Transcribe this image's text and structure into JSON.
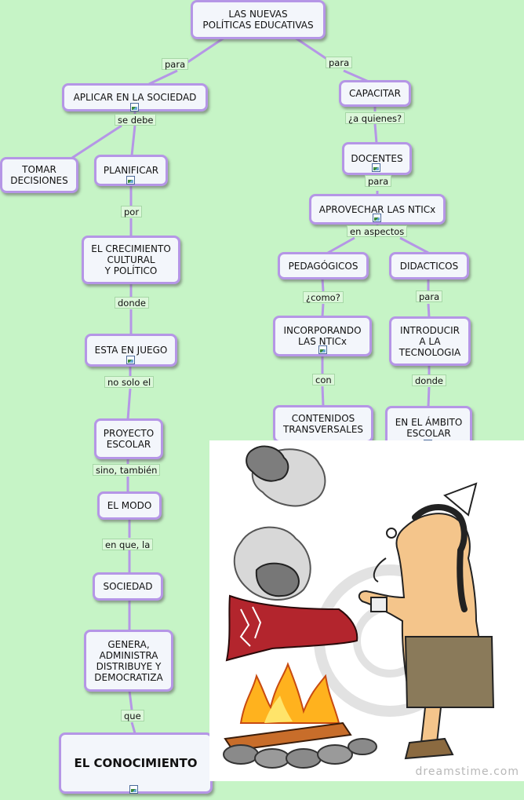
{
  "nodes": {
    "root": "LAS NUEVAS\nPOLÍTICAS EDUCATIVAS",
    "aplicar": "APLICAR EN LA SOCIEDAD",
    "capacitar": "CAPACITAR",
    "tomar": "TOMAR\nDECISIONES",
    "planificar": "PLANIFICAR",
    "crecimiento": "EL CRECIMIENTO\nCULTURAL\nY POLÍTICO",
    "juego": "ESTA EN JUEGO",
    "proyecto": "PROYECTO\nESCOLAR",
    "modo": "EL MODO",
    "sociedad": "SOCIEDAD",
    "genera": "GENERA,\nADMINISTRA\nDISTRIBUYE Y\nDEMOCRATIZA",
    "conocimiento": "EL CONOCIMIENTO",
    "docentes": "DOCENTES",
    "aprovechar": "APROVECHAR LAS NTICx",
    "pedagogicos": "PEDAGÓGICOS",
    "didacticos": "DIDACTICOS",
    "incorporando": "INCORPORANDO\nLAS NTICx",
    "introducir": "INTRODUCIR\nA LA\nTECNOLOGIA",
    "contenidos": "CONTENIDOS\nTRANSVERSALES",
    "ambito": "EN EL ÁMBITO\nESCOLAR"
  },
  "links": {
    "para_left": "para",
    "para_right": "para",
    "se_debe": "se debe",
    "a_quienes": "¿a quienes?",
    "para_docentes": "para",
    "por": "por",
    "en_aspectos": "en aspectos",
    "donde_left": "donde",
    "como": "¿como?",
    "para_didacticos": "para",
    "no_solo_el": "no solo el",
    "con": "con",
    "donde_right": "donde",
    "sino_tambien": "sino, también",
    "en_que_la": "en que, la",
    "que": "que"
  },
  "illustration": {
    "subject": "cartoon man waving a red blanket over a campfire making smoke signals",
    "watermark": "dreamstime.com"
  },
  "colors": {
    "background": "#c6f4c6",
    "node_border": "#b596e6",
    "node_fill": "#f3f6fb",
    "line": "#b596e6",
    "label_fill": "#dcf7da"
  }
}
